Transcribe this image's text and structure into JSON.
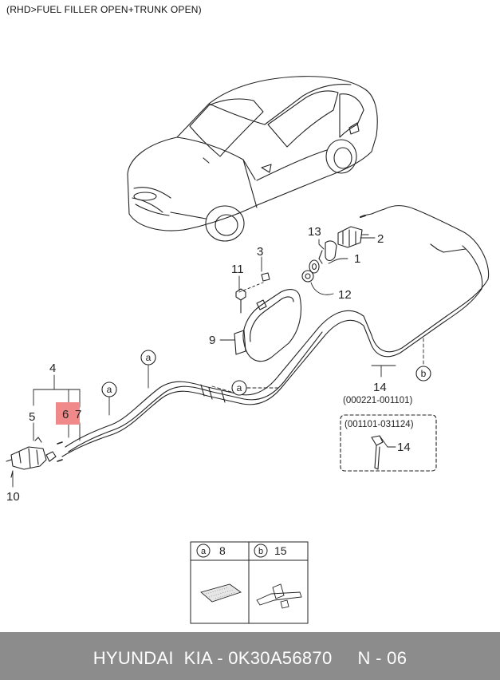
{
  "title": "(RHD>FUEL FILLER OPEN+TRUNK OPEN)",
  "callouts": {
    "p1": "1",
    "p2": "2",
    "p3": "3",
    "p4": "4",
    "p5": "5",
    "p6": "6",
    "p7": "7",
    "p9": "9",
    "p10": "10",
    "p11": "11",
    "p12": "12",
    "p13": "13",
    "p14a": "14",
    "p14b": "14"
  },
  "refs": {
    "a": "a",
    "b": "b"
  },
  "ranges": {
    "range1": "(000221-001101)",
    "range2": "(001101-031124)"
  },
  "legend": {
    "a_label": "a",
    "a_part": "8",
    "b_label": "b",
    "b_part": "15"
  },
  "highlight_color": "#f08a8a",
  "footer": {
    "brand": "HYUNDAI  KIA - 0K30A56870",
    "page": "N - 06"
  }
}
